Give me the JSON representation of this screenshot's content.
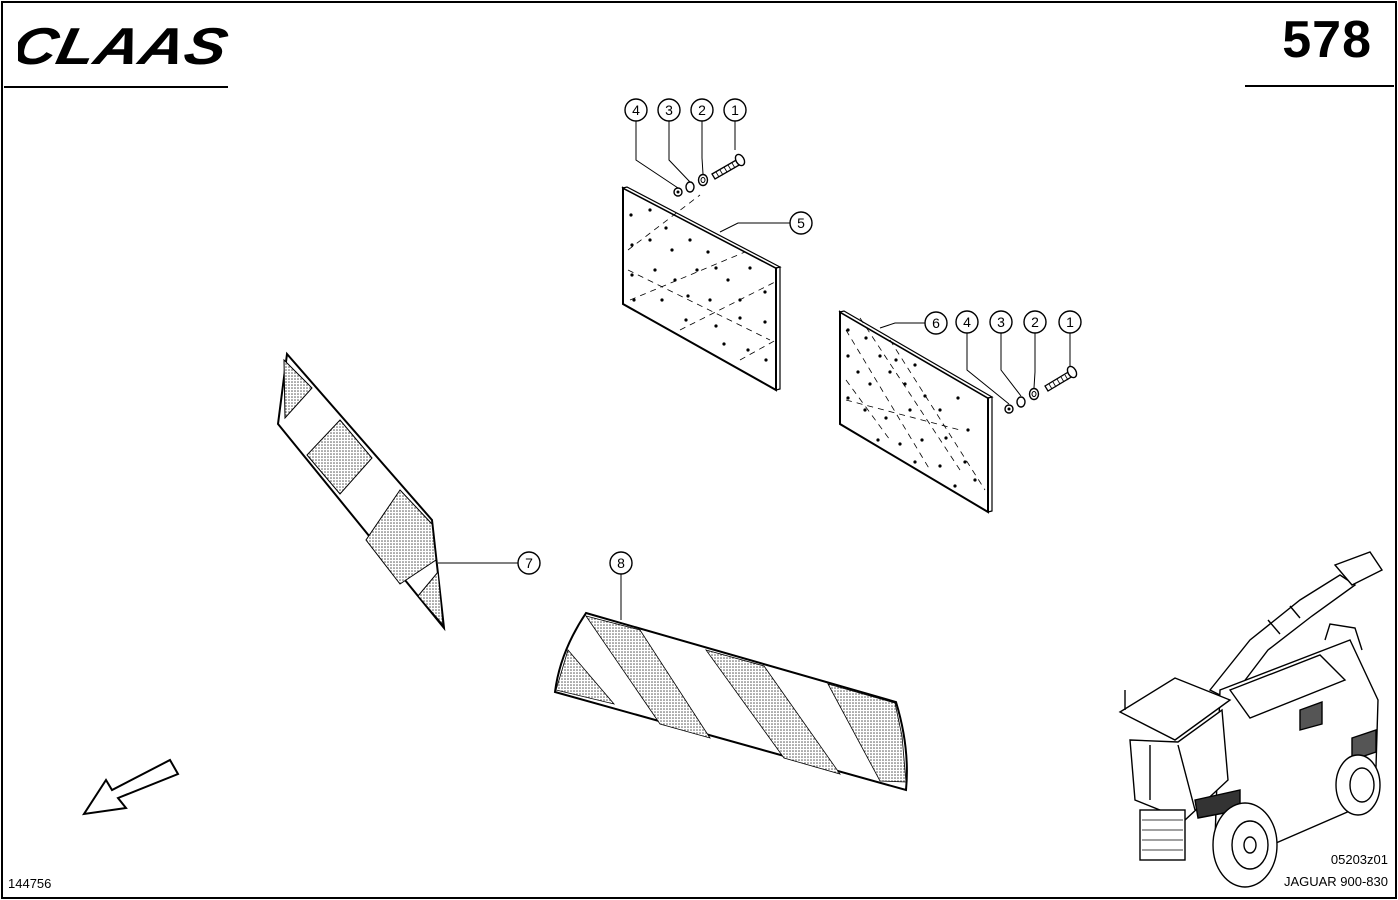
{
  "brand": "CLAAS",
  "page_number": "578",
  "document_id": "144756",
  "drawing_id": "05203z01",
  "model": "JAGUAR 900-830",
  "callouts": {
    "plate_a": [
      "4",
      "3",
      "2",
      "1"
    ],
    "plate_a_label": "5",
    "plate_b_label": "6",
    "plate_b": [
      "4",
      "3",
      "2",
      "1"
    ],
    "strip_left": "7",
    "strip_bottom": "8"
  }
}
